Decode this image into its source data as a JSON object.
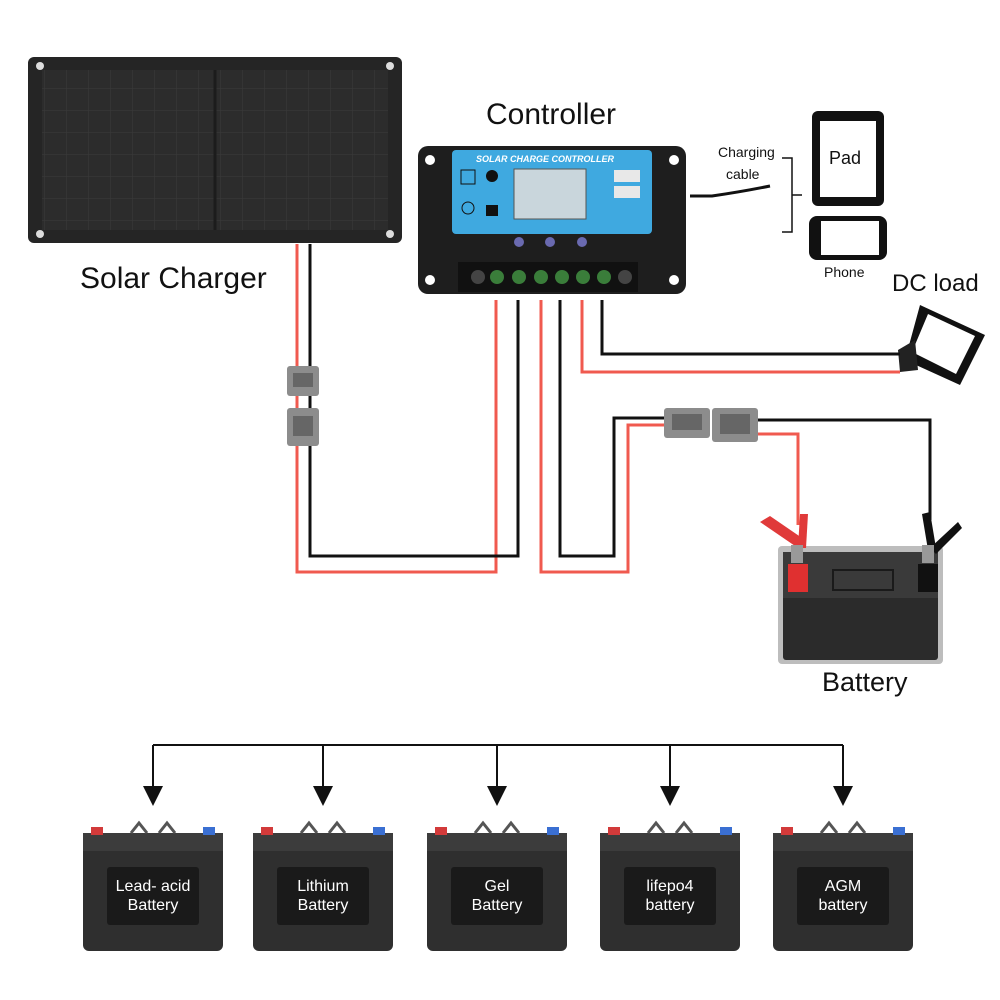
{
  "labels": {
    "solar_charger": "Solar Charger",
    "controller": "Controller",
    "controller_face": "SOLAR CHARGE CONTROLLER",
    "charging_cable_line1": "Charging",
    "charging_cable_line2": "cable",
    "pad": "Pad",
    "phone": "Phone",
    "dc_load": "DC  load",
    "battery": "Battery"
  },
  "battery_types": [
    {
      "line1": "Lead- acid",
      "line2": "Battery"
    },
    {
      "line1": "Lithium",
      "line2": "Battery"
    },
    {
      "line1": "Gel",
      "line2": "Battery"
    },
    {
      "line1": "lifepo4",
      "line2": "battery"
    },
    {
      "line1": "AGM",
      "line2": "battery"
    }
  ],
  "colors": {
    "wire_positive": "#f05a4f",
    "wire_negative": "#111111",
    "controller_screen": "#3fa9e0",
    "panel": "#2a2a2a",
    "battery_body": "#2b2b2b"
  }
}
